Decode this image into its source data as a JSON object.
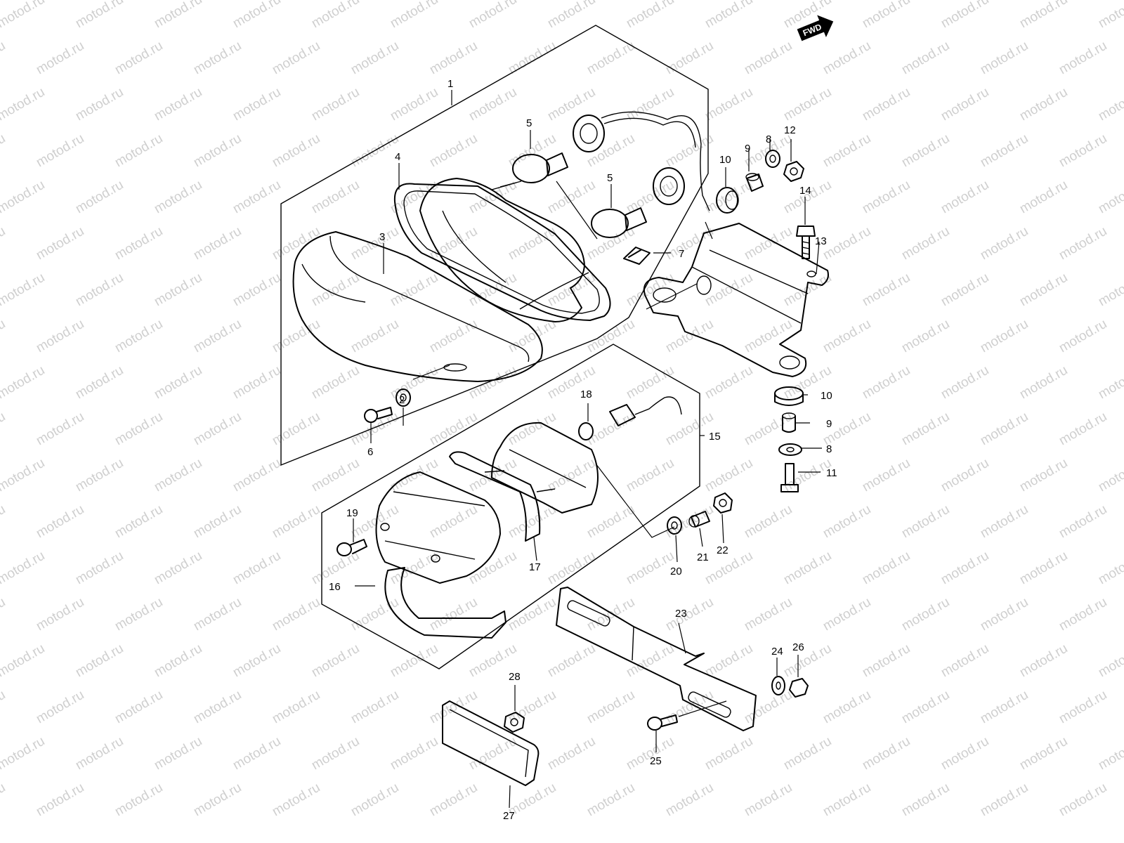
{
  "watermark": "motod.ru",
  "fwd_badge": "FWD",
  "callouts": {
    "c1": "1",
    "c2": "2",
    "c3": "3",
    "c4": "4",
    "c5a": "5",
    "c5b": "5",
    "c6": "6",
    "c7": "7",
    "c8a": "8",
    "c8b": "8",
    "c9a": "9",
    "c9b": "9",
    "c10a": "10",
    "c10b": "10",
    "c11": "11",
    "c12": "12",
    "c13": "13",
    "c14": "14",
    "c15": "15",
    "c16": "16",
    "c17": "17",
    "c18": "18",
    "c19": "19",
    "c20": "20",
    "c21": "21",
    "c22": "22",
    "c23": "23",
    "c24": "24",
    "c25": "25",
    "c26": "26",
    "c27": "27",
    "c28": "28"
  }
}
